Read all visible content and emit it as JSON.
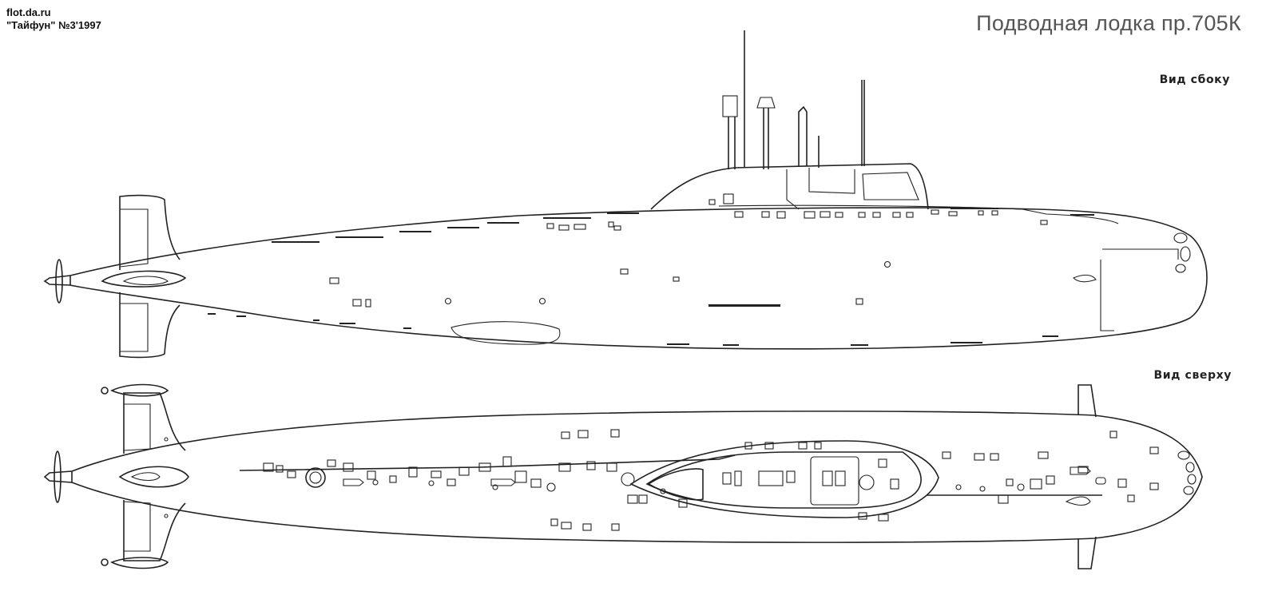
{
  "source": {
    "line1": "flot.da.ru",
    "line2": "\"Тайфун\" №3'1997"
  },
  "title": "Подводная лодка пр.705К",
  "views": {
    "side": "Вид сбоку",
    "top": "Вид сверху"
  }
}
